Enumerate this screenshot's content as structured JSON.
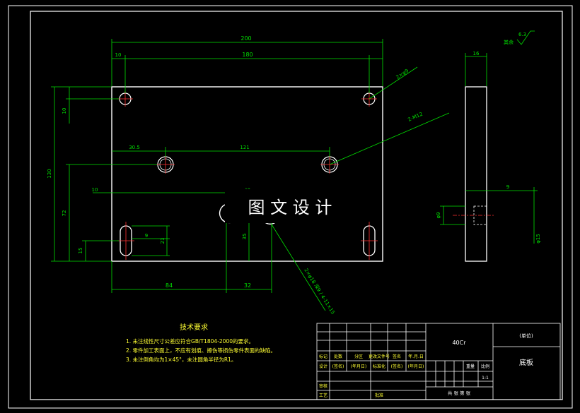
{
  "watermark": "图 文 设 计",
  "dimensions": {
    "total_width": "200",
    "hole_span": "180",
    "left_offset": "10",
    "center_span": "121",
    "center_offset": "30.5",
    "height": "130",
    "top_offset": "10",
    "mid_height": "72",
    "slot_height": "15",
    "slot_width": "9",
    "slot_depth": "21",
    "slot_length": "35",
    "center_hole_offset": "10",
    "center_hole_dia": "18",
    "bottom_left": "84",
    "bottom_mid": "32",
    "side_thickness": "16",
    "side_hole_depth": "9",
    "side_hole_dia_small": "φ9",
    "side_hole_dia_large": "φ15"
  },
  "callouts": {
    "callout_top_right": "2×φ9",
    "callout_mid_right": "2-M12",
    "callout_bottom": "2×φ18 深9 / 4-11×15"
  },
  "roughness": {
    "label": "其余",
    "value": "6.3"
  },
  "tech_requirements": {
    "title": "技术要求",
    "items": [
      "1. 未注线性尺寸公差应符合GB/T1804-2000的要求。",
      "2. 零件加工表面上，不应有划痕、擦伤等损伤零件表面的缺陷。",
      "3. 未注倒角均为1×45°，未注圆角半径为R1。"
    ]
  },
  "title_block": {
    "material": "40Cr",
    "unit": "(单位)",
    "part_name": "底板",
    "row1": [
      "标记",
      "处数",
      "分区",
      "更改文件号",
      "签名",
      "年.月.日"
    ],
    "row2": [
      "设计",
      "(签名)",
      "(年月日)",
      "标准化",
      "(签名)",
      "(年月日)"
    ],
    "review": "审核",
    "process": "工艺",
    "approve": "批准",
    "weight_label": "重量",
    "scale_label": "比例",
    "scale_value": "1:1",
    "sheets": "共   张   第   张"
  }
}
